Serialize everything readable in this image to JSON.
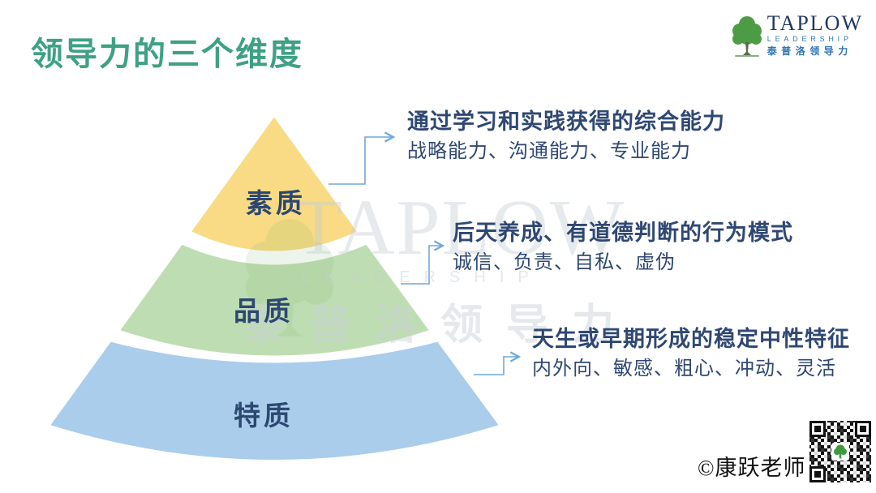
{
  "slide": {
    "title": "领导力的三个维度",
    "credit": "©康跃老师"
  },
  "logo": {
    "name": "TAPLOW",
    "subtitle": "LEADERSHIP",
    "chinese": "泰普洛领导力"
  },
  "watermark": {
    "line1": "TAPLOW",
    "line2": "LEADERSHIP",
    "line3": "泰普洛领导力"
  },
  "pyramid": {
    "levels": [
      {
        "label": "素质",
        "color": "#f8db84",
        "heading": "通过学习和实践获得的综合能力",
        "examples": "战略能力、沟通能力、专业能力"
      },
      {
        "label": "品质",
        "color": "#bfddb2",
        "heading": "后天养成、有道德判断的行为模式",
        "examples": "诚信、负责、自私、虚伪"
      },
      {
        "label": "特质",
        "color": "#a9cdeb",
        "heading": "天生或早期形成的稳定中性特征",
        "examples": "内外向、敏感、粗心、冲动、灵活"
      }
    ]
  },
  "colors": {
    "title_green": "#3fa184",
    "label_navy": "#2c4770",
    "annotation_navy": "#2f4873",
    "connector_blue": "#6fa8dc",
    "logo_navy": "#1f3864",
    "logo_blue": "#2e75b6",
    "tree_green": "#4e9b45"
  }
}
